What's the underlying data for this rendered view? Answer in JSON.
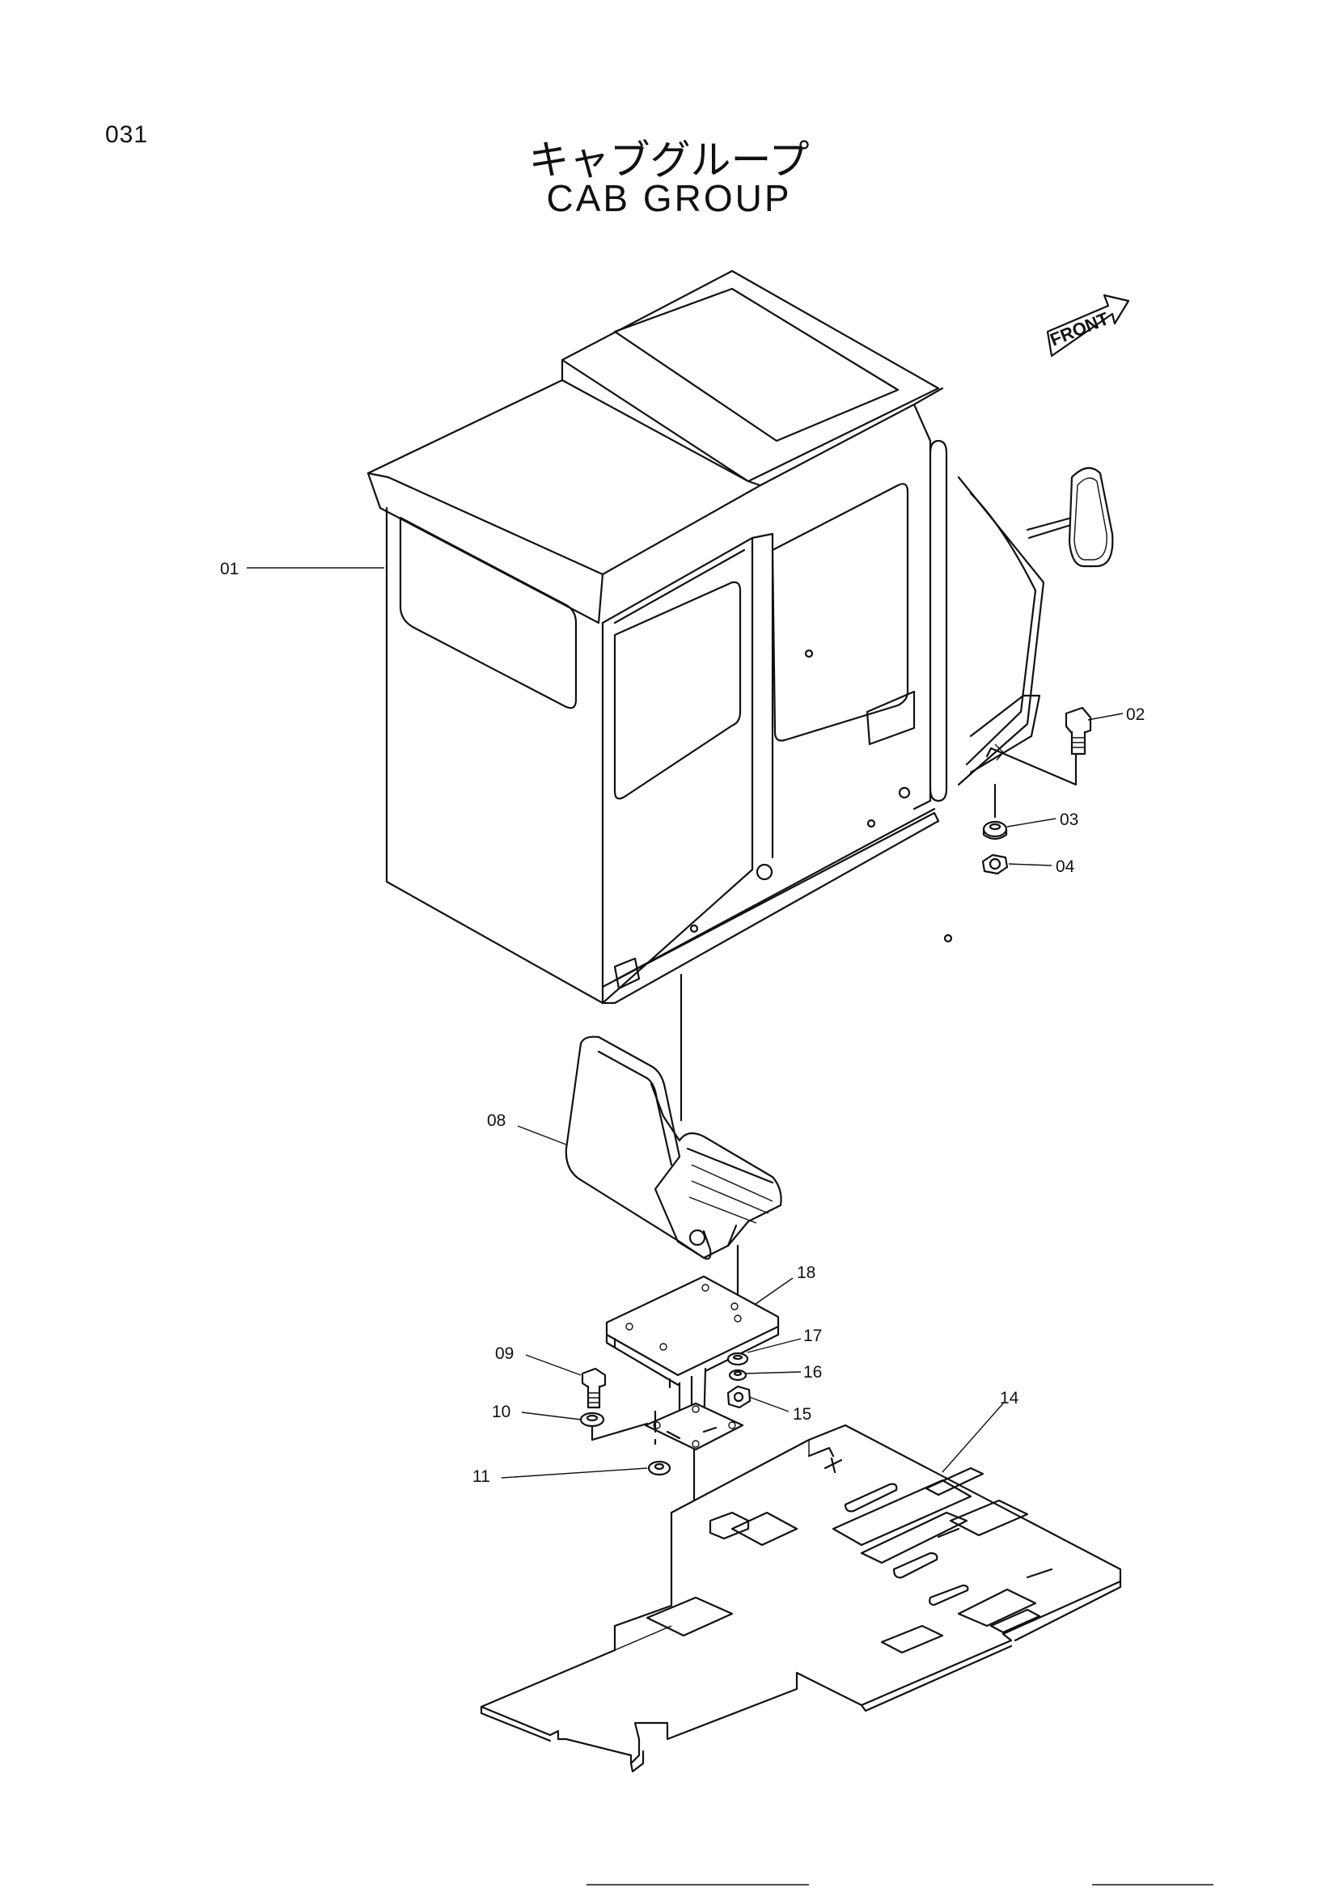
{
  "page": {
    "number": "031",
    "title_jp": "キャブグループ",
    "title_en": "CAB GROUP"
  },
  "front_indicator": {
    "label": "FRONT"
  },
  "callouts": [
    {
      "id": "01",
      "label": "01",
      "part": "cab"
    },
    {
      "id": "02",
      "label": "02",
      "part": "bolt"
    },
    {
      "id": "03",
      "label": "03",
      "part": "washer"
    },
    {
      "id": "04",
      "label": "04",
      "part": "nut"
    },
    {
      "id": "08",
      "label": "08",
      "part": "seat"
    },
    {
      "id": "09",
      "label": "09",
      "part": "bolt"
    },
    {
      "id": "10",
      "label": "10",
      "part": "washer"
    },
    {
      "id": "11",
      "label": "11",
      "part": "washer"
    },
    {
      "id": "14",
      "label": "14",
      "part": "floor-mat"
    },
    {
      "id": "15",
      "label": "15",
      "part": "nut"
    },
    {
      "id": "16",
      "label": "16",
      "part": "washer"
    },
    {
      "id": "17",
      "label": "17",
      "part": "washer"
    },
    {
      "id": "18",
      "label": "18",
      "part": "seat-stand"
    }
  ]
}
